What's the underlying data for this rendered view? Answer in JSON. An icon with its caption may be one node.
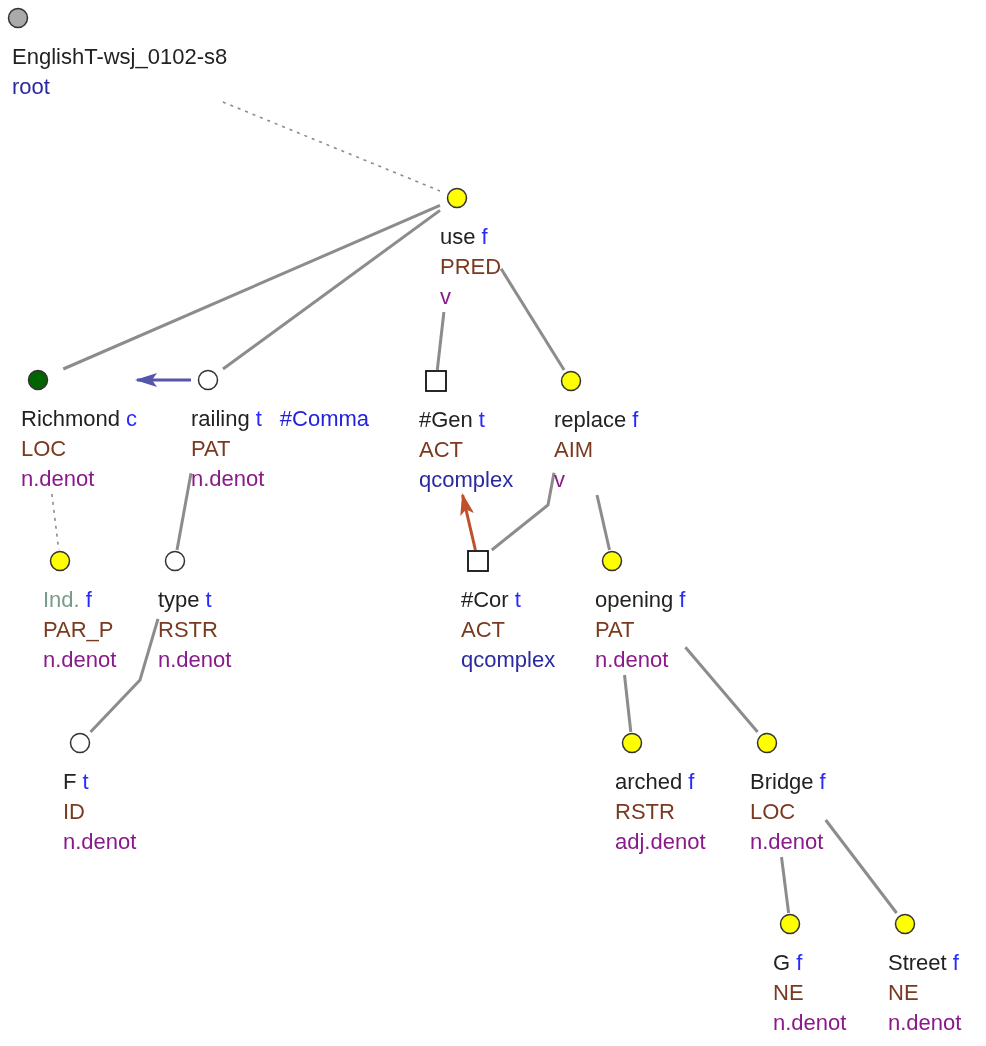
{
  "diagram": {
    "nodes": [
      {
        "text": [
          "EnglishT-wsj_0102-s8",
          "root"
        ]
      },
      {
        "text": [
          "use",
          "f",
          "PRED",
          "v"
        ]
      },
      {
        "text": [
          "Richmond",
          "c",
          "LOC",
          "n.denot"
        ]
      },
      {
        "text": [
          "railing",
          "t",
          "PAT",
          "n.denot"
        ],
        "beside": [
          "#Comma"
        ]
      },
      {
        "text": [
          "#Gen",
          "t",
          "ACT",
          "qcomplex"
        ]
      },
      {
        "text": [
          "replace",
          "f",
          "AIM",
          "v"
        ]
      },
      {
        "text": [
          "Ind.",
          "f",
          "PAR_P",
          "n.denot"
        ]
      },
      {
        "text": [
          "type",
          "t",
          "RSTR",
          "n.denot"
        ]
      },
      {
        "text": [
          "#Cor",
          "t",
          "ACT",
          "qcomplex"
        ]
      },
      {
        "text": [
          "opening",
          "f",
          "PAT",
          "n.denot"
        ]
      },
      {
        "text": [
          "F",
          "t",
          "ID",
          "n.denot"
        ]
      },
      {
        "text": [
          "arched",
          "f",
          "RSTR",
          "adj.denot"
        ]
      },
      {
        "text": [
          "Bridge",
          "f",
          "LOC",
          "n.denot"
        ]
      },
      {
        "text": [
          "G",
          "f",
          "NE",
          "n.denot"
        ]
      },
      {
        "text": [
          "Street",
          "f",
          "NE",
          "n.denot"
        ]
      }
    ],
    "edges": [
      {
        "from": 0,
        "to": 1,
        "arrow": "none",
        "style": "dashed"
      },
      {
        "from": 1,
        "to": 2,
        "arrow": "none"
      },
      {
        "from": 1,
        "to": 3,
        "arrow": "none"
      },
      {
        "from": 1,
        "to": 4,
        "arrow": "none"
      },
      {
        "from": 1,
        "to": 5,
        "arrow": "none"
      },
      {
        "from": 3,
        "to": 2,
        "arrow": "to",
        "color": "#5555aa"
      },
      {
        "from": 2,
        "to": 6,
        "arrow": "none",
        "style": "dashed"
      },
      {
        "from": 3,
        "to": 7,
        "arrow": "none"
      },
      {
        "from": 8,
        "to": 4,
        "arrow": "to",
        "color": "#c0502a"
      },
      {
        "from": 5,
        "to": 8,
        "arrow": "none"
      },
      {
        "from": 5,
        "to": 9,
        "arrow": "none"
      },
      {
        "from": 7,
        "to": 10,
        "arrow": "none"
      },
      {
        "from": 9,
        "to": 11,
        "arrow": "none"
      },
      {
        "from": 9,
        "to": 12,
        "arrow": "none"
      },
      {
        "from": 12,
        "to": 13,
        "arrow": "none"
      },
      {
        "from": 12,
        "to": 14,
        "arrow": "none"
      }
    ]
  }
}
